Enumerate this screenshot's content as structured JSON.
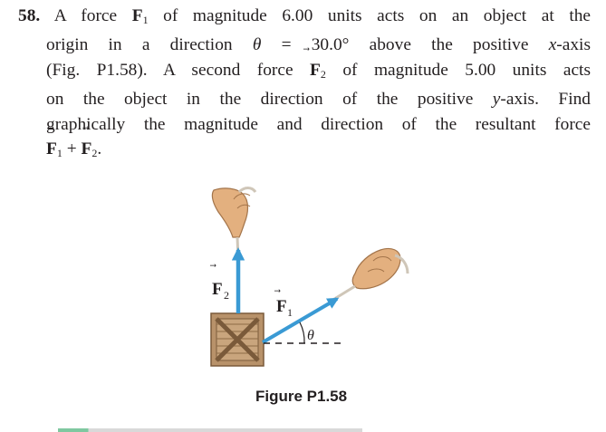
{
  "problem": {
    "number": "58.",
    "l1a": "A force ",
    "l1b": " of magnitude 6.00 units acts on an object at the",
    "l2a": "origin in a direction ",
    "l2b": "θ",
    "l2c": " = 30.0° above the positive ",
    "l2d": "x",
    "l2e": "-axis",
    "l3a": "(Fig. P1.58). A second force ",
    "l3b": " of magnitude 5.00 units acts",
    "l4a": "on the object in the direction of the positive ",
    "l4b": "y",
    "l4c": "-axis. Find",
    "l5": "graphically the magnitude and direction of the resultant force",
    "l6a": " + ",
    "l6b": "."
  },
  "symbols": {
    "arrow": "⃗",
    "F": "F",
    "sub1": "1",
    "sub2": "2",
    "theta": "θ"
  },
  "figure": {
    "caption": "Figure P1.58",
    "colors": {
      "arrow": "#3a9ad4",
      "crate": "#b8926a",
      "hand": "#e3b07f",
      "rope": "#cfc6b8"
    }
  }
}
